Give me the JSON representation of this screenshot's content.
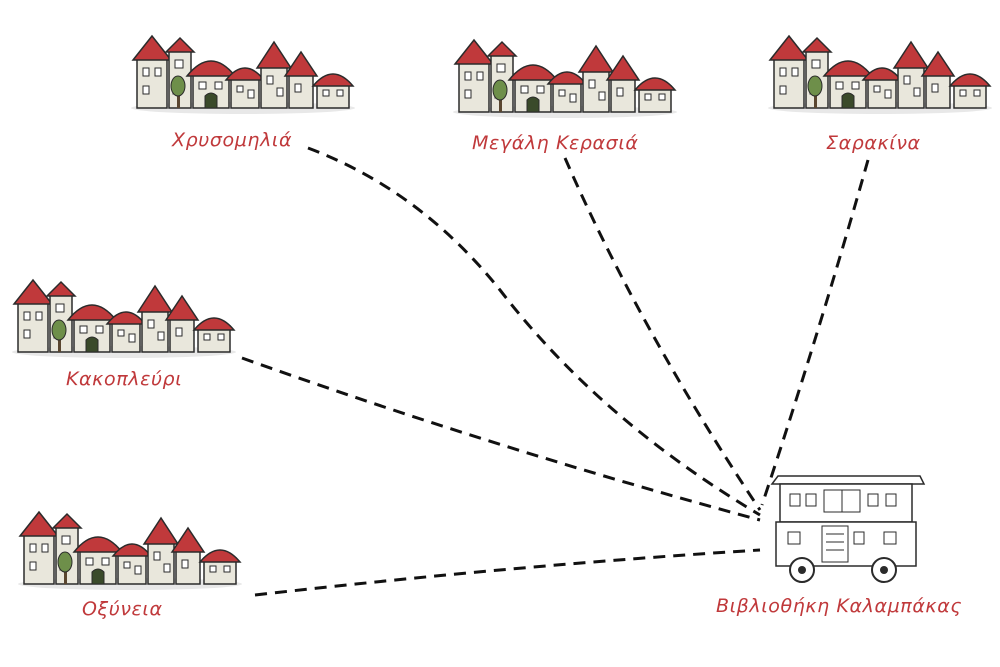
{
  "colors": {
    "roof": "#c0393b",
    "wall": "#e9e7dc",
    "outline": "#2b2b2b",
    "tree": "#6e8f4a",
    "label": "#c0393b",
    "route": "#111111"
  },
  "villages": [
    {
      "id": "chrysomilia",
      "name": "Χρυσομηλιά",
      "icon": "village-icon"
    },
    {
      "id": "megali-kerasia",
      "name": "Μεγάλη Κερασιά",
      "icon": "village-icon"
    },
    {
      "id": "sarakina",
      "name": "Σαρακίνα",
      "icon": "village-icon"
    },
    {
      "id": "kakoplevri",
      "name": "Κακοπλεύρι",
      "icon": "village-icon"
    },
    {
      "id": "oxyneia",
      "name": "Οξύνεια",
      "icon": "village-icon"
    }
  ],
  "hub": {
    "name": "Βιβλιοθήκη Καλαμπάκας",
    "icon": "mobile-library-trailer-icon"
  }
}
